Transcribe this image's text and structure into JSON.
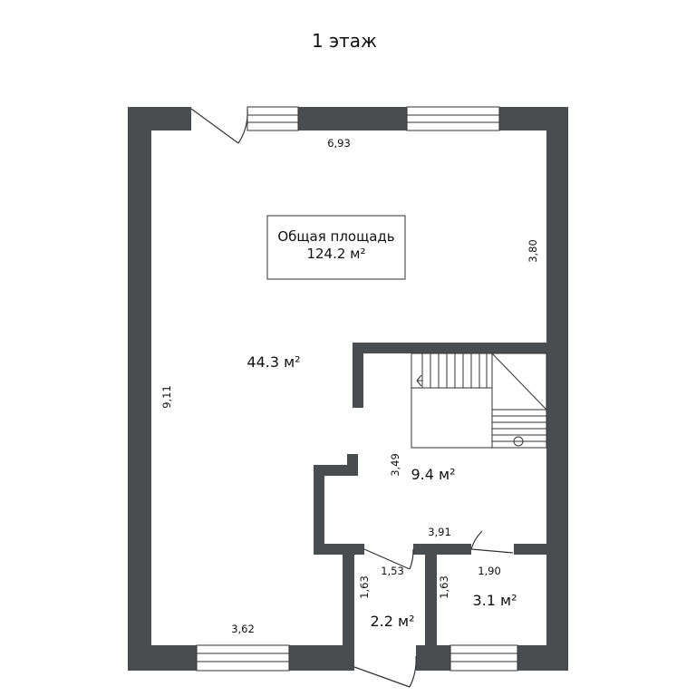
{
  "title": "1 этаж",
  "summary": {
    "label": "Общая площадь",
    "value": "124.2 м²"
  },
  "rooms": {
    "living": "44.3 м²",
    "hall": "9.4 м²",
    "bath_left": "2.2 м²",
    "bath_right": "3.1 м²"
  },
  "dimensions": {
    "top_width": "6,93",
    "right_height": "3,80",
    "left_height": "9,11",
    "bottom_width": "3,62",
    "hall_height": "3,49",
    "hall_width": "3,91",
    "small_room_width": "1,53",
    "small_room_height": "1,63",
    "right_room_height": "1,63",
    "right_room_width": "1,90"
  },
  "colors": {
    "wall": "#4a4d50",
    "background": "#ffffff",
    "line": "#333333"
  }
}
